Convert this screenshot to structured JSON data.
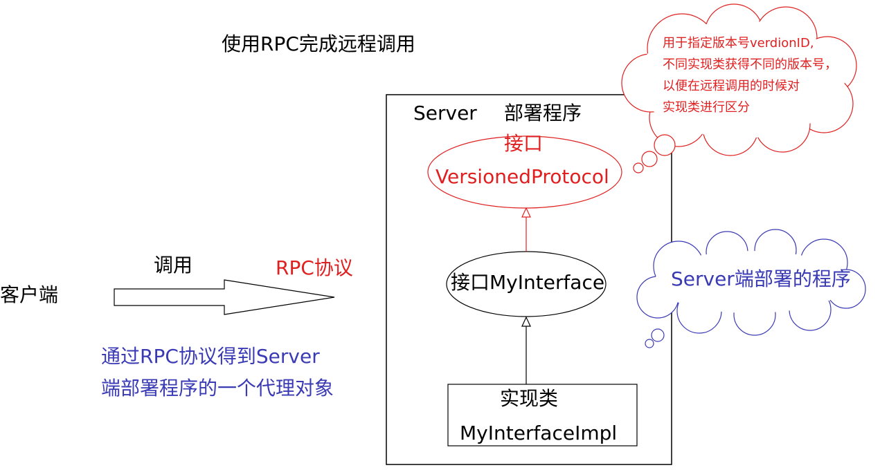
{
  "title": "使用RPC完成远程调用",
  "client": "客户端",
  "call_label": "调用",
  "rpc_label": "RPC协议",
  "proxy_note": "通过RPC协议得到Server端部署程序的一个代理对象",
  "server": {
    "title": "Server",
    "deploy": "部署程序",
    "versioned_zh": "接口",
    "versioned_name": "VersionedProtocol",
    "my_interface": "接口MyInterface",
    "impl_zh": "实现类",
    "impl_name": "MyInterfaceImpl"
  },
  "cloud_red": {
    "lines": [
      "用于指定版本号verdionID,",
      "不同实现类获得不同的版本号，",
      "以便在远程调用的时候对",
      "实现类进行区分"
    ]
  },
  "cloud_blue": "Server端部署的程序",
  "colors": {
    "red": "#e02020",
    "blue": "#3a3ab5",
    "black": "#000000"
  }
}
